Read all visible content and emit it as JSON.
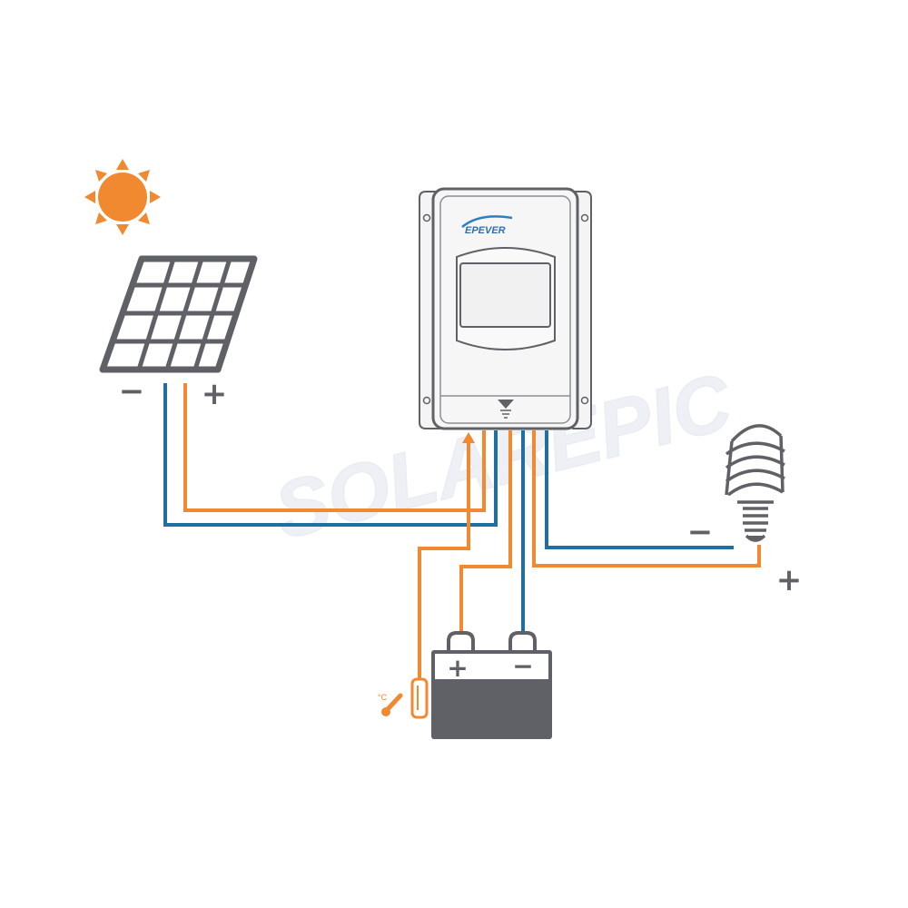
{
  "controller": {
    "brand": "EPEVER"
  },
  "watermark": "SOLAREPIC",
  "panel": {
    "minus_label": "−",
    "plus_label": "+"
  },
  "battery": {
    "plus_label": "+",
    "minus_label": "−"
  },
  "load": {
    "minus_label": "−",
    "plus_label": "+"
  },
  "sensor": {
    "unit_label": "°C"
  },
  "colors": {
    "positive_wire": "#f0892f",
    "negative_wire": "#1f6fa0",
    "sun": "#f0892f",
    "device_gray": "#606166",
    "background": "#ffffff"
  },
  "icons": [
    "sun-icon",
    "solar-panel-icon",
    "charge-controller-icon",
    "battery-icon",
    "light-bulb-icon",
    "temperature-sensor-icon",
    "thermometer-icon"
  ]
}
